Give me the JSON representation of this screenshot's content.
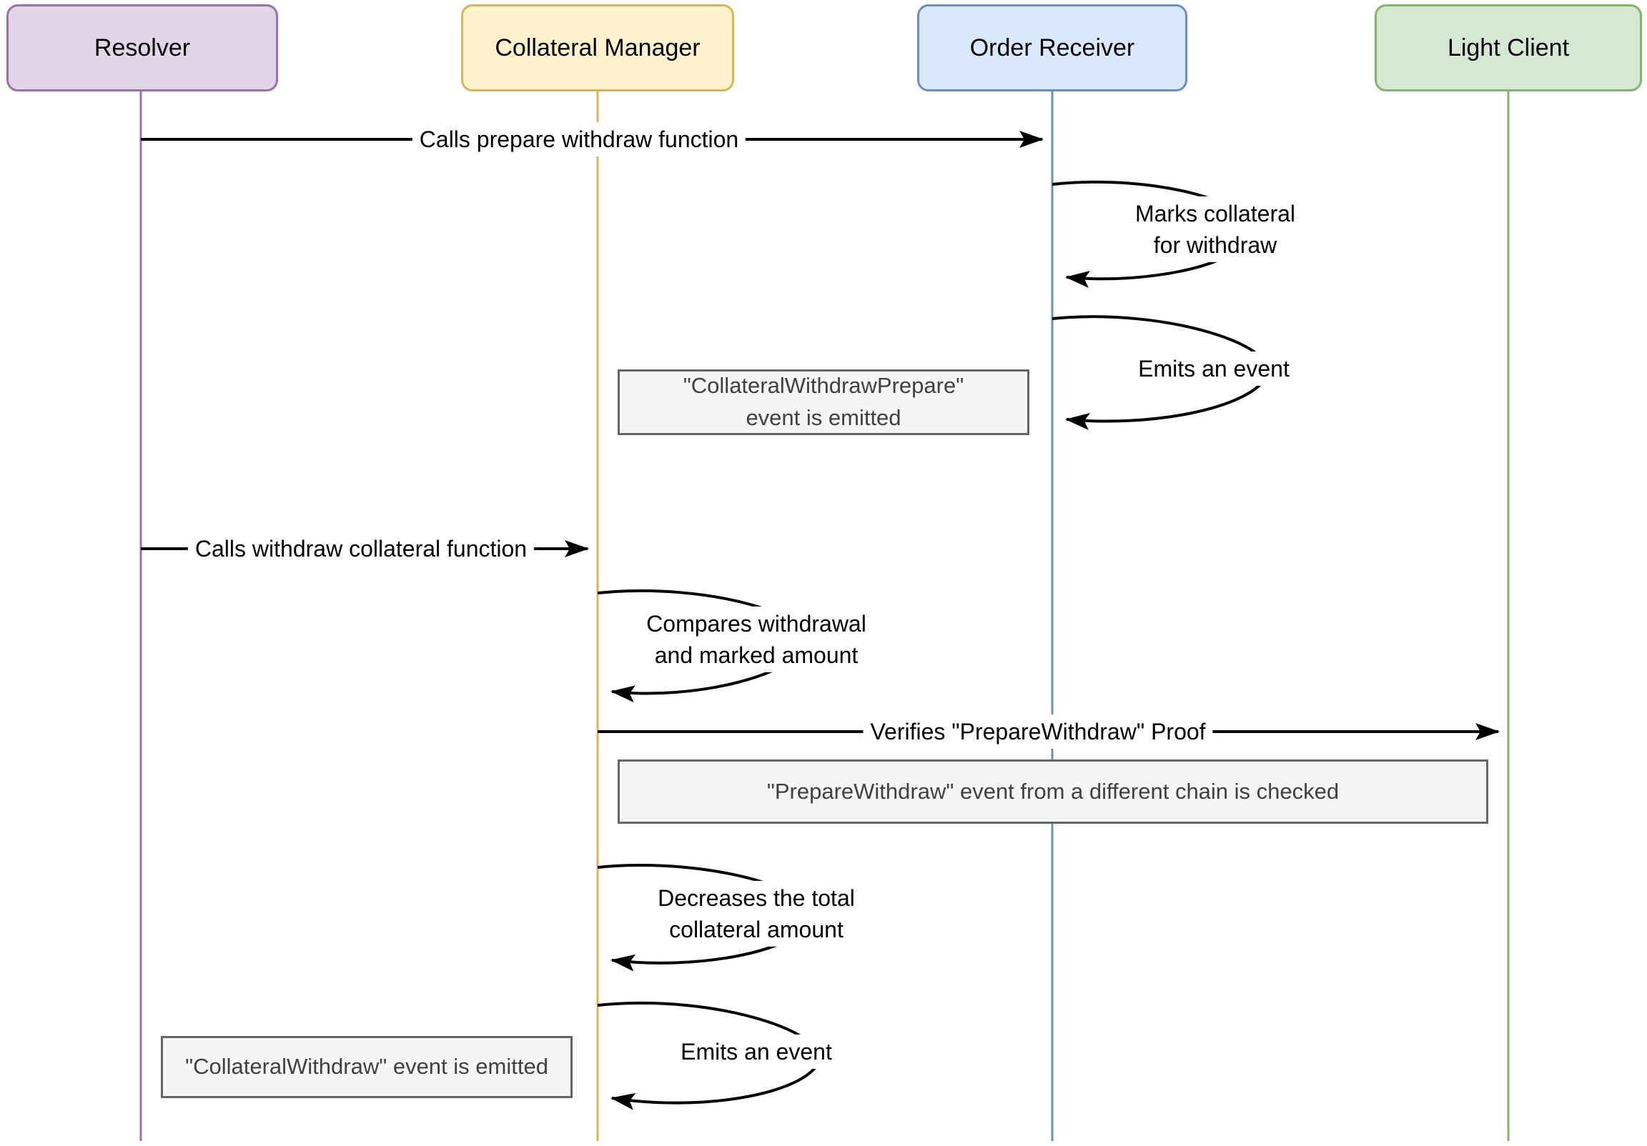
{
  "diagram": {
    "type": "sequence-diagram",
    "actors": [
      {
        "id": "resolver",
        "label": "Resolver",
        "fill": "#e1d5e7",
        "stroke": "#9673a6"
      },
      {
        "id": "collateral-manager",
        "label": "Collateral Manager",
        "fill": "#fff2cc",
        "stroke": "#d6b656"
      },
      {
        "id": "order-receiver",
        "label": "Order Receiver",
        "fill": "#dae8fc",
        "stroke": "#6c8ebf"
      },
      {
        "id": "light-client",
        "label": "Light Client",
        "fill": "#d5e8d4",
        "stroke": "#82b366"
      }
    ],
    "messages": [
      {
        "label": "Calls prepare withdraw function",
        "from": "resolver",
        "to": "order-receiver",
        "type": "call"
      },
      {
        "label": "Marks collateral\nfor withdraw",
        "on": "order-receiver",
        "type": "self"
      },
      {
        "label": "Emits an event",
        "on": "order-receiver",
        "type": "self"
      },
      {
        "label": "Calls withdraw collateral function",
        "from": "resolver",
        "to": "collateral-manager",
        "type": "call"
      },
      {
        "label": "Compares withdrawal\nand marked amount",
        "on": "collateral-manager",
        "type": "self"
      },
      {
        "label": "Verifies \"PrepareWithdraw\" Proof",
        "from": "collateral-manager",
        "to": "light-client",
        "type": "call"
      },
      {
        "label": "Decreases the total\ncollateral amount",
        "on": "collateral-manager",
        "type": "self"
      },
      {
        "label": "Emits an event",
        "on": "collateral-manager",
        "type": "self"
      }
    ],
    "notes": [
      {
        "text": "\"CollateralWithdrawPrepare\"\nevent is emitted"
      },
      {
        "text": "\"PrepareWithdraw\" event from a different chain is checked"
      },
      {
        "text": "\"CollateralWithdraw\" event is emitted"
      }
    ],
    "colors": {
      "note_fill": "#f5f5f5",
      "note_border": "#666666",
      "note_text": "#404040",
      "arrow": "#000000",
      "background": "#ffffff"
    }
  }
}
